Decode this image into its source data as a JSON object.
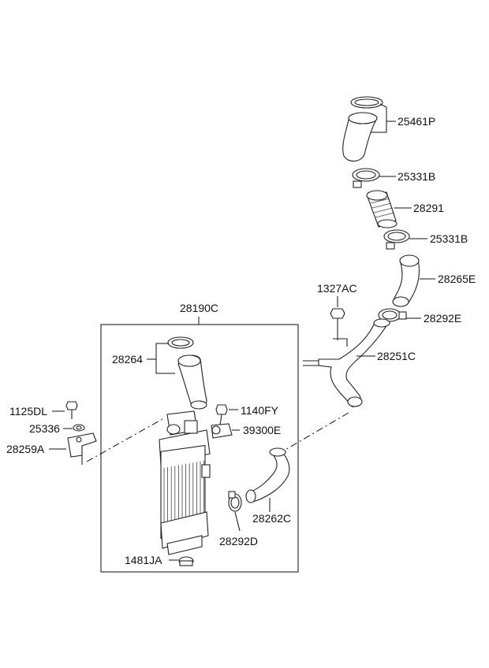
{
  "labels": {
    "p25461P": "25461P",
    "p25331B_top": "25331B",
    "p28291": "28291",
    "p25331B_bottom": "25331B",
    "p28265E": "28265E",
    "p1327AC": "1327AC",
    "p28292E": "28292E",
    "p28251C": "28251C",
    "p28190C": "28190C",
    "p28264": "28264",
    "p1140FY": "1140FY",
    "p39300E": "39300E",
    "p1125DL": "1125DL",
    "p25336": "25336",
    "p28259A": "28259A",
    "p28262C": "28262C",
    "p28292D": "28292D",
    "p1481JA": "1481JA"
  }
}
